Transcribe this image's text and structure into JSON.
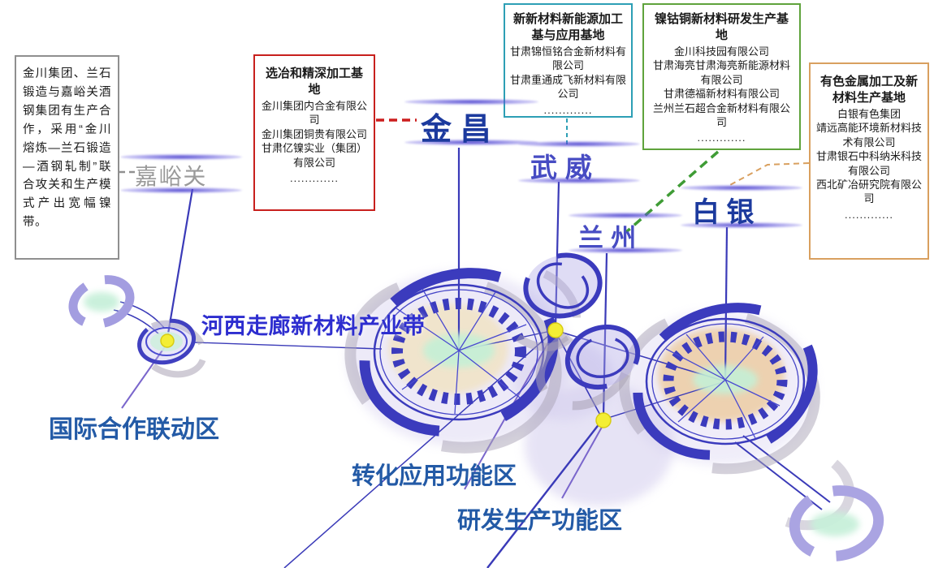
{
  "callouts": {
    "jiayuguan_note": {
      "text": "金川集团、兰石锻造与嘉峪关酒钢集团有生产合作，采用“金川熔炼—兰石锻造—酒钢轧制”联合攻关和生产模式产出宽幅镍带。",
      "border_color": "#8f8f8f"
    },
    "smelting": {
      "title": "选冶和精深加工基地",
      "companies": [
        "金川集团内合金有限公司",
        "金川集团铜贵有限公司",
        "甘肃亿镍实业（集团）有限公司"
      ],
      "ellipsis": ".............",
      "border_color": "#c8201d"
    },
    "new_energy": {
      "title": "新新材料新能源加工基与应用基地",
      "companies": [
        "甘肃锦恒铭合金新材料有限公司",
        "甘肃重通成飞新材料有限公司"
      ],
      "ellipsis": ".............",
      "border_color": "#2d9fb5"
    },
    "nickel_cobalt": {
      "title": "镍钴铜新材料研发生产基地",
      "companies": [
        "金川科技园有限公司",
        "甘肃海亮甘肃海亮新能源材料有限公司",
        "甘肃德福新材料有限公司",
        "兰州兰石超合金新材料有限公司"
      ],
      "ellipsis": ".............",
      "border_color": "#5fa33c"
    },
    "nonferrous": {
      "title": "有色金属加工及新材料生产基地",
      "companies": [
        "白银有色集团",
        "靖远高能环境新材料技术有限公司",
        "甘肃银石中科纳米科技有限公司",
        "西北矿冶研究院有限公司"
      ],
      "ellipsis": ".............",
      "border_color": "#d9a05f"
    }
  },
  "cities": {
    "jiayuguan": "嘉峪关",
    "jinchang": "金昌",
    "wuwei": "武威",
    "lanzhou": "兰州",
    "baiyin": "白银"
  },
  "zones": {
    "corridor": "河西走廊新材料产业带",
    "international": "国际合作联动区",
    "transformation": "转化应用功能区",
    "research": "研发生产功能区"
  },
  "colors": {
    "map_blue": "#3b3bbd",
    "city_dark_blue": "#1c3a9e",
    "city_indigo": "#474cc3",
    "city_gray": "#9a9a9a",
    "zone_blue": "#235aa6",
    "corridor_blue": "#2d2dcf",
    "node_yellow": "#f3ee35",
    "mint": "#c4f0d6",
    "tan_map": "#f1e3c5",
    "lavender": "#d8d2f0",
    "connector_red": "#cc1d1d",
    "connector_cyan": "#2d9fb5",
    "connector_green": "#3f9c35",
    "connector_orange": "#d9a05f",
    "connector_gray": "#909090"
  }
}
